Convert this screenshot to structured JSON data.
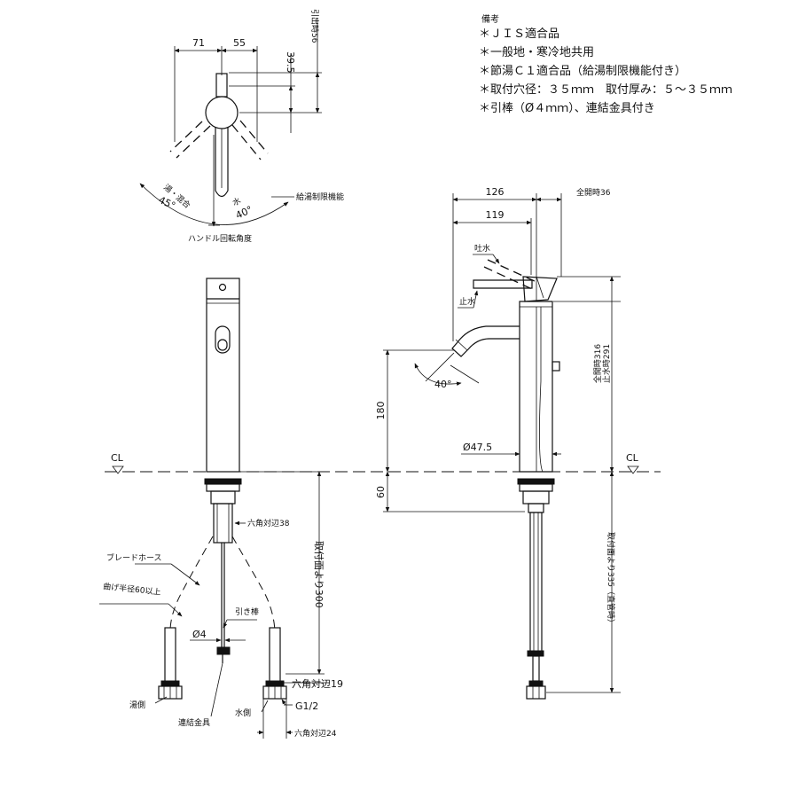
{
  "notes": {
    "heading": "備考",
    "items": [
      "＊ＪＩＳ適合品",
      "＊一般地・寒冷地共用",
      "＊節湯Ｃ１適合品（給湯制限機能付き）",
      "＊取付穴径：３５ｍｍ　取付厚み：５～３５ｍｍ",
      "＊引棒（Ø４ｍｍ）、連結金具付き"
    ]
  },
  "top_view": {
    "dim_71": "71",
    "dim_55": "55",
    "dim_39_5": "39.5",
    "pull_label": "引出時56",
    "hot_mix_label": "湯・混合",
    "hot_angle": "45°",
    "water_label": "水",
    "water_angle": "40°",
    "limit_label": "給湯制限機能",
    "rotation_label": "ハンドル回転角度"
  },
  "front_view": {
    "cl": "CL",
    "hex38": "六角対辺38",
    "braid_hose": "ブレードホース",
    "bend_radius": "曲げ半径60以上",
    "pull_rod": "引き棒",
    "dia4": "Ø4",
    "height300": "取付面より300",
    "hex19": "六角対辺19",
    "hot_side": "湯側",
    "connector": "連結金具",
    "water_side": "水側",
    "g_half": "G1/2",
    "hex24": "六角対辺24"
  },
  "side_view": {
    "dim_126": "126",
    "dim_119": "119",
    "open36": "全開時36",
    "spout_label": "吐水",
    "stop_label": "止水",
    "spout_angle": "40°",
    "dim_180": "180",
    "dim_60": "60",
    "dia47_5": "Ø47.5",
    "cl": "CL",
    "h_open": "全開時316",
    "h_stop": "止水時291",
    "h335": "取付面より335（直管時）"
  }
}
